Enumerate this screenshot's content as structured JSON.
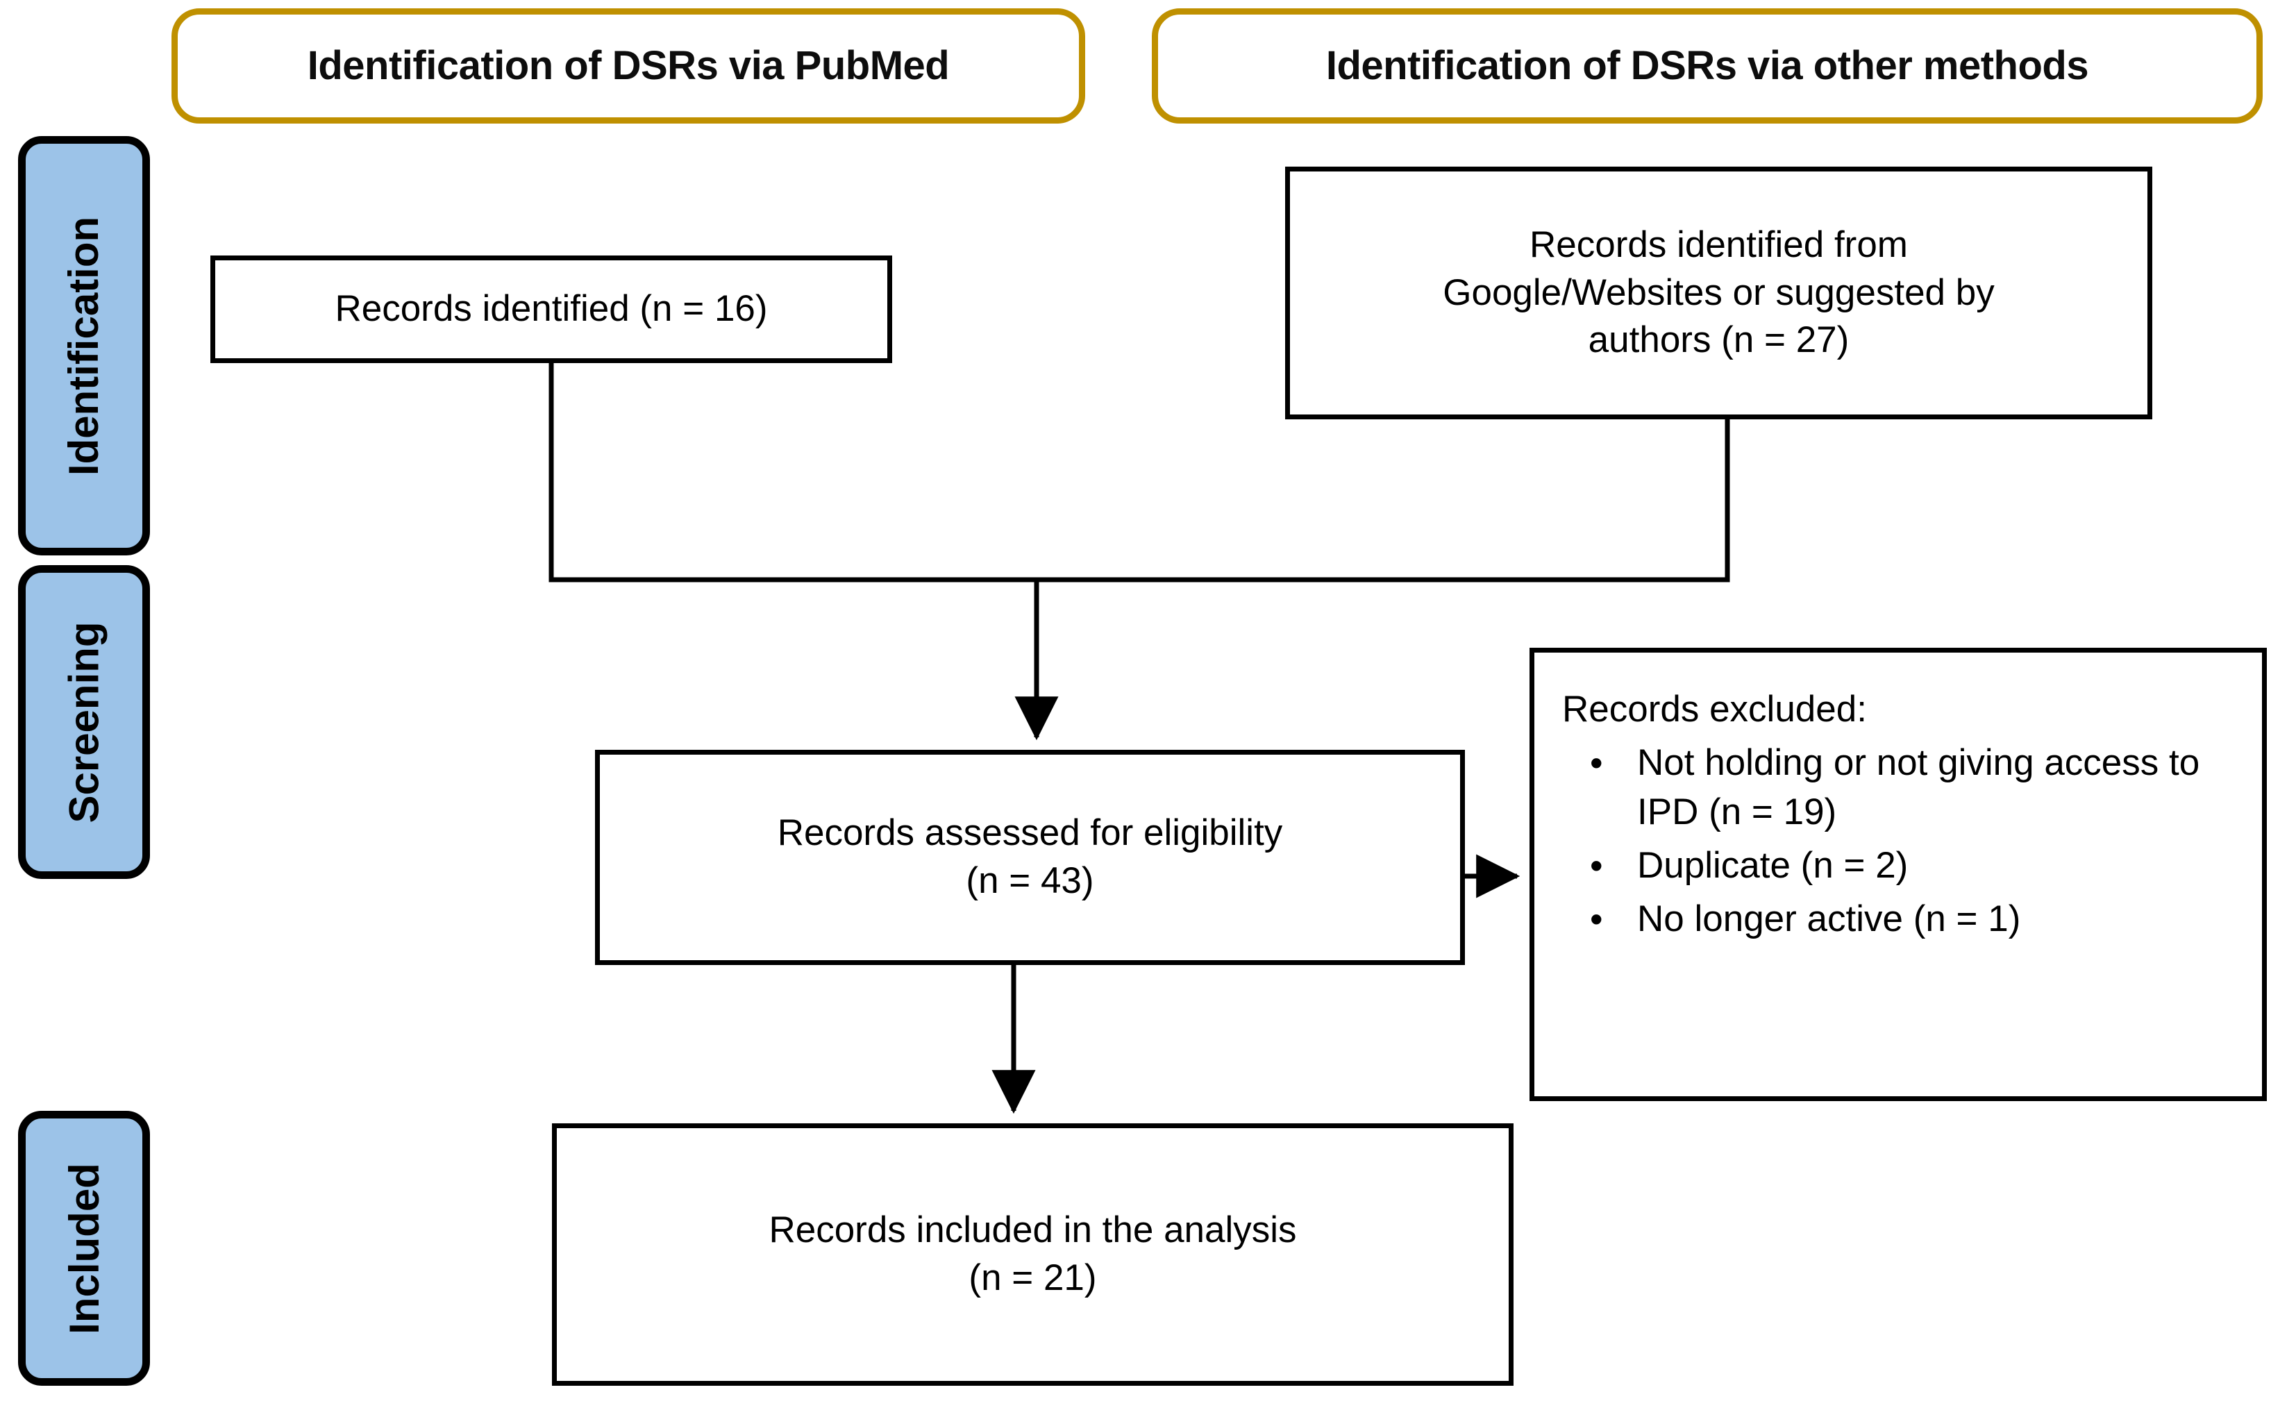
{
  "diagram": {
    "type": "prisma-flow-diagram",
    "title": "PRISMA flow diagram of DSR identification and selection",
    "colors": {
      "header_border": "#BF9000",
      "stage_fill": "#9CC3E8",
      "stage_border": "#000000",
      "box_border": "#000000",
      "background": "#FFFFFF",
      "text": "#000000"
    }
  },
  "headers": [
    {
      "id": "header-pubmed",
      "label": "Identification of DSRs via PubMed"
    },
    {
      "id": "header-other",
      "label": "Identification of DSRs via other methods"
    }
  ],
  "stages": [
    {
      "id": "stage-identification",
      "label": "Identification"
    },
    {
      "id": "stage-screening",
      "label": "Screening"
    },
    {
      "id": "stage-included",
      "label": "Included"
    }
  ],
  "boxes": {
    "records_identified_pubmed": {
      "lines": [
        "Records identified (n = 16)"
      ],
      "n": 16
    },
    "records_identified_other": {
      "lines": [
        "Records identified from",
        "Google/Websites or suggested by",
        "authors (n = 27)"
      ],
      "n": 27
    },
    "records_assessed": {
      "lines": [
        "Records assessed for eligibility",
        "(n = 43)"
      ],
      "n": 43
    },
    "records_included": {
      "lines": [
        "Records included in the analysis",
        "(n = 21)"
      ],
      "n": 21
    },
    "records_excluded": {
      "title": "Records excluded:",
      "bullet_glyph": "•",
      "items": [
        {
          "text": "Not holding or not giving access to IPD (n = 19)",
          "n": 19
        },
        {
          "text": "Duplicate (n = 2)",
          "n": 2
        },
        {
          "text": "No longer active (n = 1)",
          "n": 1
        }
      ]
    }
  },
  "flow": {
    "edges": [
      {
        "from": "records_identified_pubmed",
        "to": "records_assessed",
        "style": "elbow-merge",
        "arrow": true
      },
      {
        "from": "records_identified_other",
        "to": "records_assessed",
        "style": "elbow-merge",
        "arrow": true
      },
      {
        "from": "records_assessed",
        "to": "records_excluded",
        "style": "horizontal",
        "arrow": true
      },
      {
        "from": "records_assessed",
        "to": "records_included",
        "style": "vertical",
        "arrow": true
      }
    ]
  }
}
